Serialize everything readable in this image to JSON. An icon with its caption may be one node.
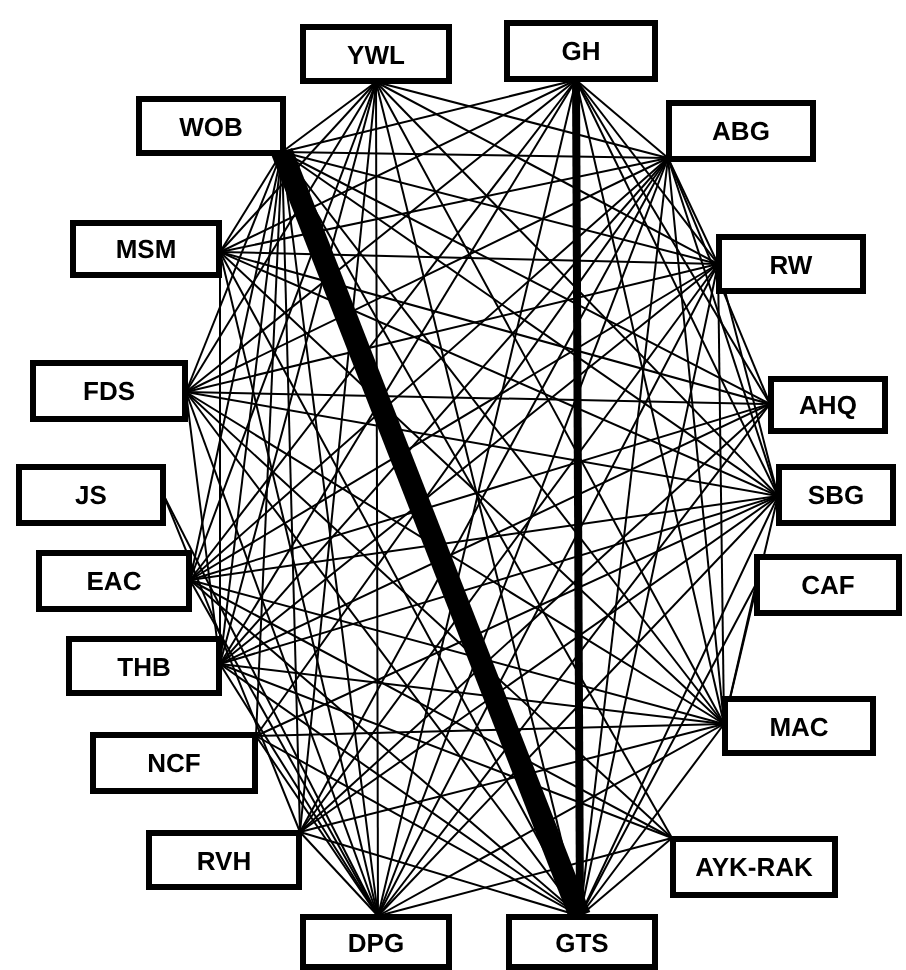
{
  "diagram": {
    "nodes": [
      {
        "text": [
          "YWL"
        ]
      },
      {
        "text": [
          "GH"
        ]
      },
      {
        "text": [
          "WOB"
        ]
      },
      {
        "text": [
          "ABG"
        ]
      },
      {
        "text": [
          "MSM"
        ]
      },
      {
        "text": [
          "RW"
        ]
      },
      {
        "text": [
          "FDS"
        ]
      },
      {
        "text": [
          "AHQ"
        ]
      },
      {
        "text": [
          "JS"
        ]
      },
      {
        "text": [
          "SBG"
        ]
      },
      {
        "text": [
          "EAC"
        ]
      },
      {
        "text": [
          "CAF"
        ]
      },
      {
        "text": [
          "THB"
        ]
      },
      {
        "text": [
          "MAC"
        ]
      },
      {
        "text": [
          "NCF"
        ]
      },
      {
        "text": [
          "AYK-RAK"
        ]
      },
      {
        "text": [
          "RVH"
        ]
      },
      {
        "text": [
          "DPG"
        ]
      },
      {
        "text": [
          "GTS"
        ]
      }
    ],
    "edges": [
      {
        "from": 2,
        "to": 18,
        "arrow": "none",
        "style": "thick"
      },
      {
        "from": 1,
        "to": 18,
        "arrow": "none",
        "style": "thick"
      },
      {
        "from": 2,
        "to": 0,
        "arrow": "none"
      },
      {
        "from": 2,
        "to": 1,
        "arrow": "none"
      },
      {
        "from": 2,
        "to": 3,
        "arrow": "none"
      },
      {
        "from": 2,
        "to": 4,
        "arrow": "none"
      },
      {
        "from": 2,
        "to": 5,
        "arrow": "none"
      },
      {
        "from": 2,
        "to": 6,
        "arrow": "none"
      },
      {
        "from": 2,
        "to": 7,
        "arrow": "none"
      },
      {
        "from": 2,
        "to": 9,
        "arrow": "none"
      },
      {
        "from": 2,
        "to": 10,
        "arrow": "none"
      },
      {
        "from": 2,
        "to": 12,
        "arrow": "none"
      },
      {
        "from": 2,
        "to": 13,
        "arrow": "none"
      },
      {
        "from": 2,
        "to": 14,
        "arrow": "none"
      },
      {
        "from": 2,
        "to": 15,
        "arrow": "none"
      },
      {
        "from": 2,
        "to": 16,
        "arrow": "none"
      },
      {
        "from": 2,
        "to": 17,
        "arrow": "none"
      },
      {
        "from": 0,
        "to": 3,
        "arrow": "none"
      },
      {
        "from": 0,
        "to": 4,
        "arrow": "none"
      },
      {
        "from": 0,
        "to": 5,
        "arrow": "none"
      },
      {
        "from": 0,
        "to": 6,
        "arrow": "none"
      },
      {
        "from": 0,
        "to": 9,
        "arrow": "none"
      },
      {
        "from": 0,
        "to": 10,
        "arrow": "none"
      },
      {
        "from": 0,
        "to": 12,
        "arrow": "none"
      },
      {
        "from": 0,
        "to": 13,
        "arrow": "none"
      },
      {
        "from": 0,
        "to": 16,
        "arrow": "none"
      },
      {
        "from": 0,
        "to": 17,
        "arrow": "none"
      },
      {
        "from": 0,
        "to": 18,
        "arrow": "none"
      },
      {
        "from": 1,
        "to": 3,
        "arrow": "none"
      },
      {
        "from": 1,
        "to": 4,
        "arrow": "none"
      },
      {
        "from": 1,
        "to": 5,
        "arrow": "none"
      },
      {
        "from": 1,
        "to": 6,
        "arrow": "none"
      },
      {
        "from": 1,
        "to": 7,
        "arrow": "none"
      },
      {
        "from": 1,
        "to": 9,
        "arrow": "none"
      },
      {
        "from": 1,
        "to": 10,
        "arrow": "none"
      },
      {
        "from": 1,
        "to": 12,
        "arrow": "none"
      },
      {
        "from": 1,
        "to": 13,
        "arrow": "none"
      },
      {
        "from": 1,
        "to": 17,
        "arrow": "none"
      },
      {
        "from": 3,
        "to": 4,
        "arrow": "none"
      },
      {
        "from": 3,
        "to": 5,
        "arrow": "none"
      },
      {
        "from": 3,
        "to": 6,
        "arrow": "none"
      },
      {
        "from": 3,
        "to": 7,
        "arrow": "none"
      },
      {
        "from": 3,
        "to": 9,
        "arrow": "none"
      },
      {
        "from": 3,
        "to": 10,
        "arrow": "none"
      },
      {
        "from": 3,
        "to": 12,
        "arrow": "none"
      },
      {
        "from": 3,
        "to": 13,
        "arrow": "none"
      },
      {
        "from": 3,
        "to": 14,
        "arrow": "none"
      },
      {
        "from": 3,
        "to": 16,
        "arrow": "none"
      },
      {
        "from": 3,
        "to": 17,
        "arrow": "none"
      },
      {
        "from": 3,
        "to": 18,
        "arrow": "none"
      },
      {
        "from": 4,
        "to": 5,
        "arrow": "none"
      },
      {
        "from": 4,
        "to": 7,
        "arrow": "none"
      },
      {
        "from": 4,
        "to": 9,
        "arrow": "none"
      },
      {
        "from": 4,
        "to": 12,
        "arrow": "none"
      },
      {
        "from": 4,
        "to": 13,
        "arrow": "none"
      },
      {
        "from": 4,
        "to": 17,
        "arrow": "none"
      },
      {
        "from": 4,
        "to": 18,
        "arrow": "none"
      },
      {
        "from": 5,
        "to": 6,
        "arrow": "none"
      },
      {
        "from": 5,
        "to": 9,
        "arrow": "none"
      },
      {
        "from": 5,
        "to": 10,
        "arrow": "none"
      },
      {
        "from": 5,
        "to": 12,
        "arrow": "none"
      },
      {
        "from": 5,
        "to": 13,
        "arrow": "none"
      },
      {
        "from": 5,
        "to": 16,
        "arrow": "none"
      },
      {
        "from": 5,
        "to": 17,
        "arrow": "none"
      },
      {
        "from": 5,
        "to": 18,
        "arrow": "none"
      },
      {
        "from": 6,
        "to": 7,
        "arrow": "none"
      },
      {
        "from": 6,
        "to": 9,
        "arrow": "none"
      },
      {
        "from": 6,
        "to": 12,
        "arrow": "none"
      },
      {
        "from": 6,
        "to": 13,
        "arrow": "none"
      },
      {
        "from": 6,
        "to": 15,
        "arrow": "none"
      },
      {
        "from": 6,
        "to": 17,
        "arrow": "none"
      },
      {
        "from": 6,
        "to": 18,
        "arrow": "none"
      },
      {
        "from": 7,
        "to": 10,
        "arrow": "none"
      },
      {
        "from": 7,
        "to": 12,
        "arrow": "none"
      },
      {
        "from": 7,
        "to": 16,
        "arrow": "none"
      },
      {
        "from": 7,
        "to": 17,
        "arrow": "none"
      },
      {
        "from": 8,
        "to": 16,
        "arrow": "none"
      },
      {
        "from": 8,
        "to": 17,
        "arrow": "none"
      },
      {
        "from": 9,
        "to": 10,
        "arrow": "none"
      },
      {
        "from": 9,
        "to": 12,
        "arrow": "none"
      },
      {
        "from": 9,
        "to": 13,
        "arrow": "none"
      },
      {
        "from": 9,
        "to": 14,
        "arrow": "none"
      },
      {
        "from": 9,
        "to": 16,
        "arrow": "none"
      },
      {
        "from": 9,
        "to": 17,
        "arrow": "none"
      },
      {
        "from": 9,
        "to": 18,
        "arrow": "none"
      },
      {
        "from": 10,
        "to": 13,
        "arrow": "none"
      },
      {
        "from": 10,
        "to": 15,
        "arrow": "none"
      },
      {
        "from": 10,
        "to": 17,
        "arrow": "none"
      },
      {
        "from": 10,
        "to": 18,
        "arrow": "none"
      },
      {
        "from": 11,
        "to": 13,
        "arrow": "none"
      },
      {
        "from": 11,
        "to": 18,
        "arrow": "none"
      },
      {
        "from": 12,
        "to": 13,
        "arrow": "none"
      },
      {
        "from": 12,
        "to": 15,
        "arrow": "none"
      },
      {
        "from": 12,
        "to": 17,
        "arrow": "none"
      },
      {
        "from": 12,
        "to": 18,
        "arrow": "none"
      },
      {
        "from": 13,
        "to": 14,
        "arrow": "none"
      },
      {
        "from": 13,
        "to": 16,
        "arrow": "none"
      },
      {
        "from": 13,
        "to": 17,
        "arrow": "none"
      },
      {
        "from": 13,
        "to": 18,
        "arrow": "none"
      },
      {
        "from": 14,
        "to": 17,
        "arrow": "none"
      },
      {
        "from": 14,
        "to": 18,
        "arrow": "none"
      },
      {
        "from": 15,
        "to": 17,
        "arrow": "none"
      },
      {
        "from": 15,
        "to": 18,
        "arrow": "none"
      },
      {
        "from": 16,
        "to": 17,
        "arrow": "none"
      },
      {
        "from": 16,
        "to": 18,
        "arrow": "none"
      }
    ]
  }
}
